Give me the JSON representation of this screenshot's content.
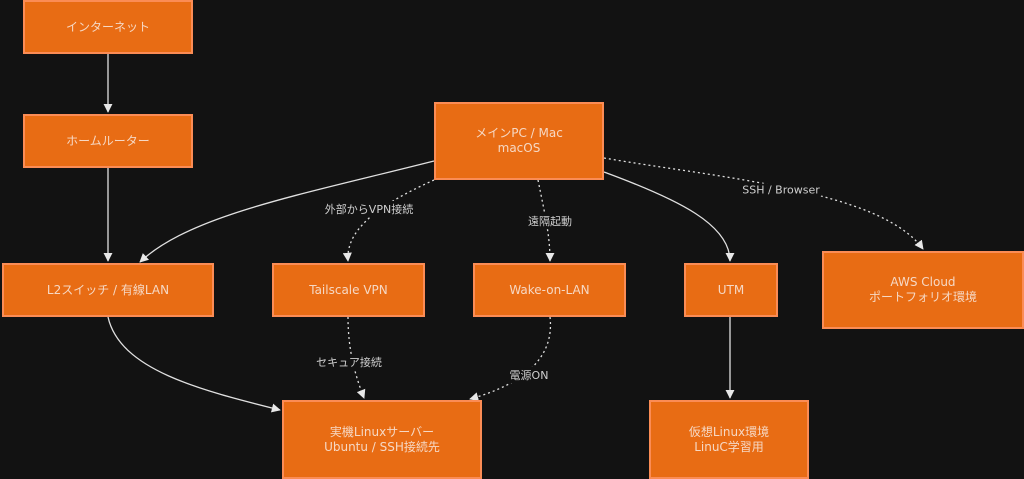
{
  "diagram": {
    "colors": {
      "background": "#121212",
      "node_fill": "#e86c14",
      "node_border": "#fb8c55",
      "node_text": "#f6d8c4",
      "edge": "#e0e0e0",
      "edge_label": "#cfcfcf"
    },
    "nodes": [
      {
        "id": "internet",
        "lines": [
          "インターネット"
        ]
      },
      {
        "id": "router",
        "lines": [
          "ホームルーター"
        ]
      },
      {
        "id": "mainpc",
        "lines": [
          "メインPC / Mac",
          "macOS"
        ]
      },
      {
        "id": "l2switch",
        "lines": [
          "L2スイッチ / 有線LAN"
        ]
      },
      {
        "id": "tailscale",
        "lines": [
          "Tailscale VPN"
        ]
      },
      {
        "id": "wol",
        "lines": [
          "Wake-on-LAN"
        ]
      },
      {
        "id": "utm",
        "lines": [
          "UTM"
        ]
      },
      {
        "id": "aws",
        "lines": [
          "AWS Cloud",
          "ポートフォリオ環境"
        ]
      },
      {
        "id": "linuxserver",
        "lines": [
          "実機Linuxサーバー",
          "Ubuntu / SSH接続先"
        ]
      },
      {
        "id": "virtuallinux",
        "lines": [
          "仮想Linux環境",
          "LinuC学習用"
        ]
      }
    ],
    "edges": [
      {
        "from": "internet",
        "to": "router",
        "style": "solid",
        "label": ""
      },
      {
        "from": "router",
        "to": "l2switch",
        "style": "solid",
        "label": ""
      },
      {
        "from": "mainpc",
        "to": "l2switch",
        "style": "solid",
        "label": ""
      },
      {
        "from": "mainpc",
        "to": "tailscale",
        "style": "dotted",
        "label": "外部からVPN接続"
      },
      {
        "from": "mainpc",
        "to": "wol",
        "style": "dotted",
        "label": "遠隔起動"
      },
      {
        "from": "mainpc",
        "to": "utm",
        "style": "solid",
        "label": ""
      },
      {
        "from": "mainpc",
        "to": "aws",
        "style": "dotted",
        "label": "SSH / Browser"
      },
      {
        "from": "l2switch",
        "to": "linuxserver",
        "style": "solid",
        "label": ""
      },
      {
        "from": "tailscale",
        "to": "linuxserver",
        "style": "dotted",
        "label": "セキュア接続"
      },
      {
        "from": "wol",
        "to": "linuxserver",
        "style": "dotted",
        "label": "電源ON"
      },
      {
        "from": "utm",
        "to": "virtuallinux",
        "style": "solid",
        "label": ""
      }
    ]
  }
}
